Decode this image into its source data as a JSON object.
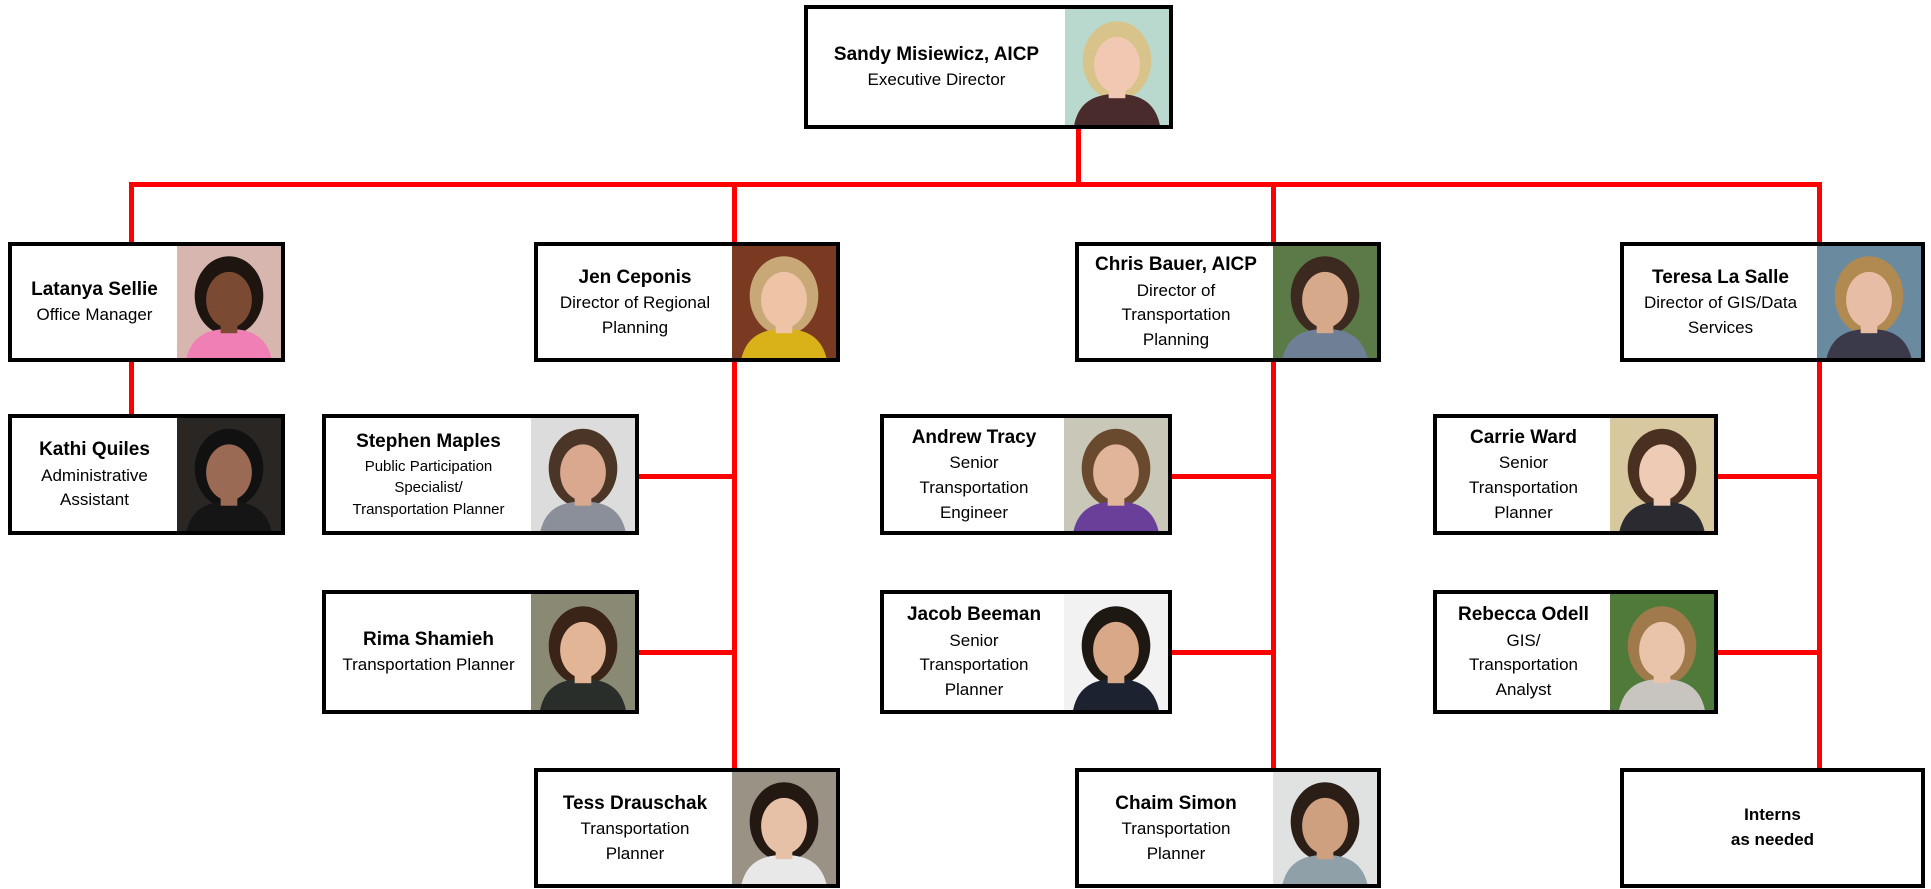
{
  "staff": [
    {
      "name": "Sandy Misiewicz, AICP",
      "title": "Executive Director",
      "photo": {
        "bg": "#b9d9cf",
        "skin": "#f1c8b2",
        "hair": "#d8c48a",
        "shirt": "#4a2b2b"
      }
    },
    {
      "name": "Latanya Sellie",
      "title": "Office Manager",
      "photo": {
        "bg": "#d8b6b0",
        "skin": "#7a4a32",
        "hair": "#1e1410",
        "shirt": "#ef7fb5"
      }
    },
    {
      "name": "Jen Ceponis",
      "title": "Director of Regional\nPlanning",
      "photo": {
        "bg": "#7a3a22",
        "skin": "#efc3a6",
        "hair": "#c9a878",
        "shirt": "#d9b21a"
      }
    },
    {
      "name": "Chris Bauer, AICP",
      "title": "Director of\nTransportation\nPlanning",
      "photo": {
        "bg": "#5c7a48",
        "skin": "#d7a98b",
        "hair": "#3c2a20",
        "shirt": "#6f7f96"
      }
    },
    {
      "name": "Teresa La Salle",
      "title": "Director of GIS/Data\nServices",
      "photo": {
        "bg": "#6a8aa0",
        "skin": "#e8bda6",
        "hair": "#b08a50",
        "shirt": "#3a3a4a"
      }
    },
    {
      "name": "Kathi Quiles",
      "title": "Administrative\nAssistant",
      "photo": {
        "bg": "#2a2624",
        "skin": "#9b6a55",
        "hair": "#111111",
        "shirt": "#151515"
      }
    },
    {
      "name": "Stephen Maples",
      "title": "Public Participation\nSpecialist/\nTransportation Planner",
      "photo": {
        "bg": "#dcdcdc",
        "skin": "#d9a88e",
        "hair": "#4a3526",
        "shirt": "#8a8f9a"
      }
    },
    {
      "name": "Rima Shamieh",
      "title": "Transportation Planner",
      "photo": {
        "bg": "#8a8a74",
        "skin": "#e2b596",
        "hair": "#3a2418",
        "shirt": "#2a2e2a"
      }
    },
    {
      "name": "Tess Drauschak",
      "title": "Transportation\nPlanner",
      "photo": {
        "bg": "#9a9284",
        "skin": "#e7c0a8",
        "hair": "#231812",
        "shirt": "#e8e8e8"
      }
    },
    {
      "name": "Andrew Tracy",
      "title": "Senior\nTransportation\nEngineer",
      "photo": {
        "bg": "#c9c7b8",
        "skin": "#e1b59a",
        "hair": "#6a4a2e",
        "shirt": "#6a3f9a"
      }
    },
    {
      "name": "Jacob Beeman",
      "title": "Senior\nTransportation\nPlanner",
      "photo": {
        "bg": "#f2f2f2",
        "skin": "#d8a888",
        "hair": "#1e1812",
        "shirt": "#1c2230"
      }
    },
    {
      "name": "Chaim Simon",
      "title": "Transportation\nPlanner",
      "photo": {
        "bg": "#dfe2e0",
        "skin": "#cfa07f",
        "hair": "#2a1e16",
        "shirt": "#8fa0a8"
      }
    },
    {
      "name": "Carrie Ward",
      "title": "Senior\nTransportation\nPlanner",
      "photo": {
        "bg": "#d8c8a0",
        "skin": "#edcbb4",
        "hair": "#4a3020",
        "shirt": "#2a2a30"
      }
    },
    {
      "name": "Rebecca Odell",
      "title": "GIS/\nTransportation\nAnalyst",
      "photo": {
        "bg": "#4f7a3a",
        "skin": "#e9c4aa",
        "hair": "#a07a4a",
        "shirt": "#c8c4c0"
      }
    }
  ],
  "interns": {
    "line1": "Interns",
    "line2": "as needed"
  },
  "connector_color": "#ff0000"
}
